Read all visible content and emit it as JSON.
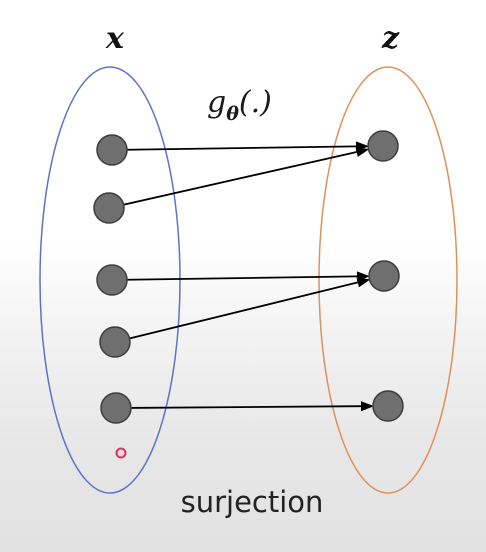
{
  "left_set": {
    "label": "x",
    "color": "#5b74c9",
    "element_count": 5
  },
  "right_set": {
    "label": "z",
    "color": "#e0905a",
    "element_count": 3
  },
  "mapping": {
    "function_label": "g",
    "function_subscript": "θ",
    "function_args": "(.)",
    "edges": [
      {
        "from": 0,
        "to": 0
      },
      {
        "from": 1,
        "to": 0
      },
      {
        "from": 2,
        "to": 1
      },
      {
        "from": 3,
        "to": 1
      },
      {
        "from": 4,
        "to": 2
      }
    ]
  },
  "caption": "surjection",
  "cursor_marker": {
    "color": "#d23a5a",
    "icon": "mouse-pointer-dot-icon"
  }
}
